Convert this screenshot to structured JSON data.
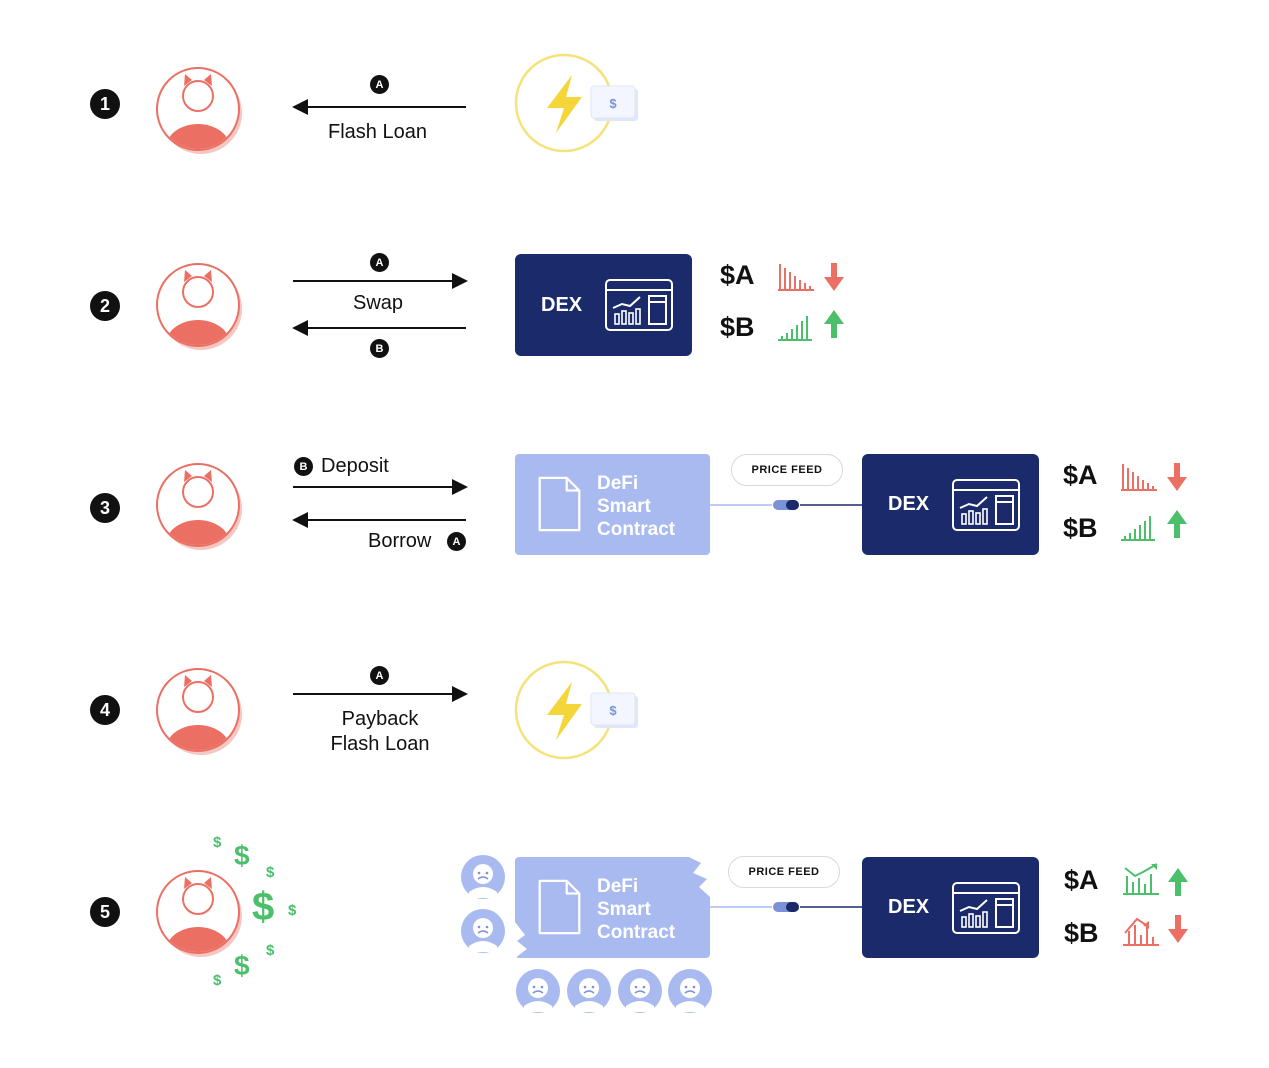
{
  "steps": [
    {
      "number": "1"
    },
    {
      "number": "2"
    },
    {
      "number": "3"
    },
    {
      "number": "4"
    },
    {
      "number": "5"
    }
  ],
  "badges": {
    "a": "A",
    "b": "B"
  },
  "step1": {
    "label": "Flash Loan"
  },
  "step2": {
    "label": "Swap",
    "dex": "DEX"
  },
  "step3": {
    "deposit": "Deposit",
    "borrow": "Borrow",
    "defi_lines": [
      "DeFi",
      "Smart",
      "Contract"
    ],
    "price_feed": "PRICE FEED",
    "dex": "DEX"
  },
  "step4": {
    "label_line1": "Payback",
    "label_line2": "Flash Loan"
  },
  "step5": {
    "defi_lines": [
      "DeFi",
      "Smart",
      "Contract"
    ],
    "price_feed": "PRICE FEED",
    "dex": "DEX"
  },
  "tokens": {
    "a": "$A",
    "b": "$B"
  },
  "coin_symbol": "$",
  "colors": {
    "attacker_red": "#ec6f63",
    "dex_navy": "#1b2a6b",
    "defi_blue": "#a8baf0",
    "flash_yellow": "#f5e27a",
    "up_green": "#4cbf6b",
    "down_red": "#ec6f63"
  }
}
